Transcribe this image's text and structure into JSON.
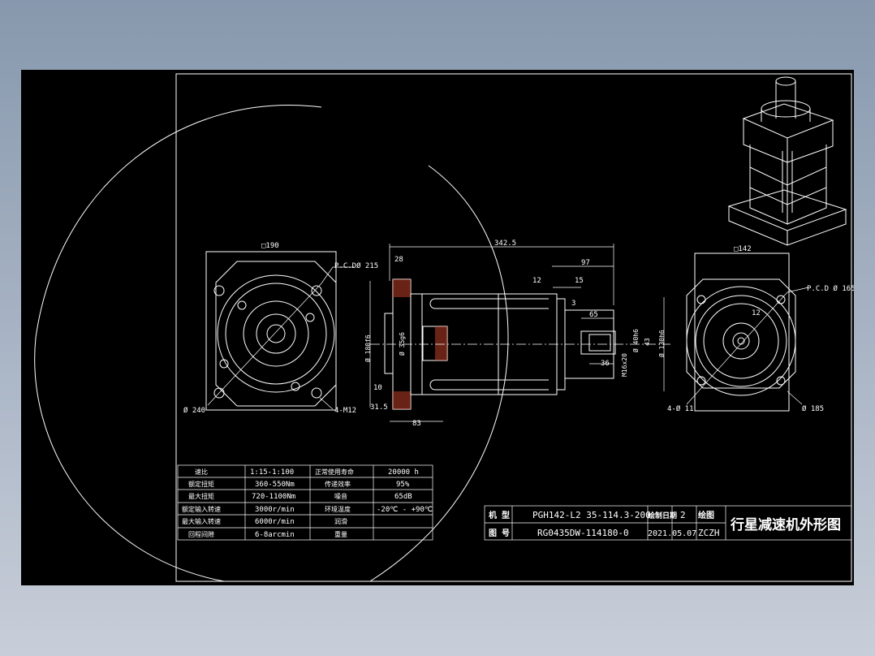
{
  "colors": {
    "background_outer": "#8798ad",
    "canvas": "#000000",
    "lines": "#ffffff",
    "hatch": "#e05030"
  },
  "dimensions": {
    "front_square": "□190",
    "front_pcd": "P.C.DØ 215",
    "front_dia": "Ø 240",
    "front_holes": "4-M12",
    "side_overall": "342.5",
    "side_28": "28",
    "side_97": "97",
    "side_12": "12",
    "side_15": "15",
    "side_3": "3",
    "side_65": "65",
    "side_36": "36",
    "side_10": "10",
    "side_315": "31.5",
    "side_83": "83",
    "side_d180": "Ø 180f6",
    "side_d356": "Ø 35g6",
    "side_d40": "Ø 40h6",
    "side_d43": "43",
    "side_m16": "M16x20",
    "side_d130": "Ø 130h6",
    "rear_square": "□142",
    "rear_pcd": "P.C.D Ø 165",
    "rear_12": "12",
    "rear_holes": "4-Ø 11",
    "rear_dia": "Ø 185"
  },
  "spec_table": [
    {
      "k1": "速比",
      "v1": "1:15-1:100",
      "k2": "正常使用寿命",
      "v2": "20000  h"
    },
    {
      "k1": "额定扭矩",
      "v1": "360-550Nm",
      "k2": "传递效率",
      "v2": "95%"
    },
    {
      "k1": "最大扭矩",
      "v1": "720-1100Nm",
      "k2": "噪音",
      "v2": "65dB"
    },
    {
      "k1": "额定输入转速",
      "v1": "3000r/min",
      "k2": "环境温度",
      "v2": "-20℃ - +90℃"
    },
    {
      "k1": "最大输入转速",
      "v1": "6000r/min",
      "k2": "润滑",
      "v2": ""
    },
    {
      "k1": "回程间隙",
      "v1": "6-8arcmin",
      "k2": "重量",
      "v2": ""
    }
  ],
  "title_block": {
    "label_model": "机  型",
    "model": "PGH142-L2  35-114.3-200",
    "label_drawing": "图  号",
    "drawing_no": "RG0435DW-114180-0",
    "label_date": "绘制日期",
    "date_a": "2",
    "date_b": "2021.05.07",
    "label_drawn": "绘图",
    "drawn_by": "ZCZH",
    "title": "行星减速机外形图"
  }
}
